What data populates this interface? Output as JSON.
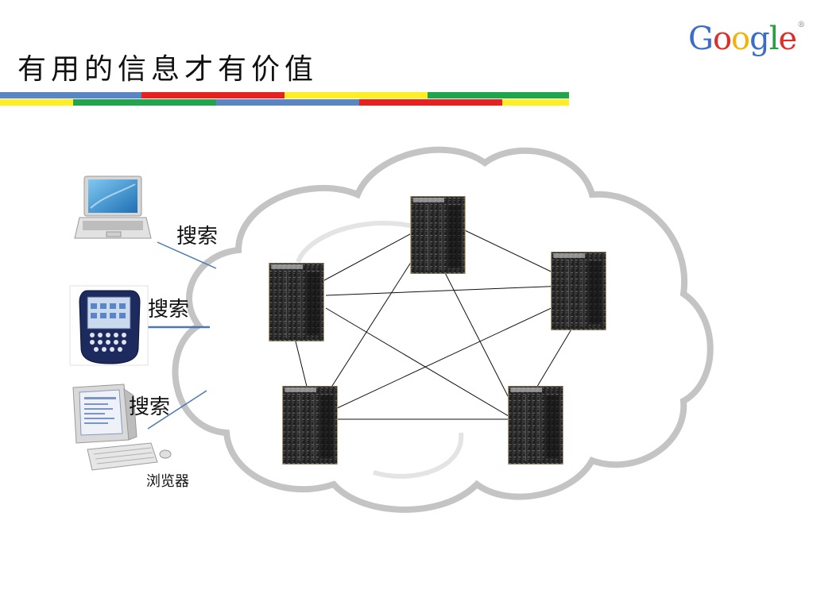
{
  "slide": {
    "title": "有用的信息才有价值"
  },
  "logo": {
    "letters": [
      "G",
      "o",
      "o",
      "g",
      "l",
      "e"
    ],
    "letter_colors": [
      "#3b6cc7",
      "#d9302b",
      "#f1b30a",
      "#3b6cc7",
      "#2a9d45",
      "#d9302b"
    ],
    "tm": "®"
  },
  "stripe_colors": {
    "blue": "#5b86c6",
    "yellow": "#ffee22",
    "green": "#1fa54b",
    "red": "#e8201e"
  },
  "labels": {
    "laptop_search": "搜索",
    "phone_search": "搜索",
    "desktop_search": "搜索",
    "browser": "浏览器"
  },
  "colors": {
    "cloud_stroke": "#c4c4c4",
    "connector": "#4a78b0",
    "mesh_line": "#111111"
  },
  "icons": {
    "laptop": "laptop-icon",
    "phone": "smartphone-icon",
    "desktop": "desktop-computer-icon",
    "server": "server-rack-icon",
    "cloud": "cloud-icon"
  }
}
